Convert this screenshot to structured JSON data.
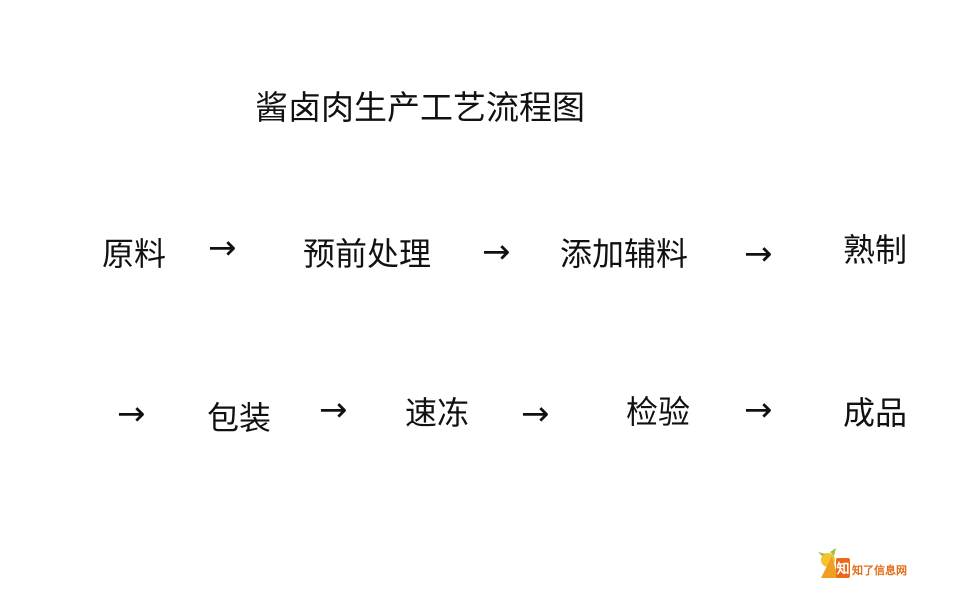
{
  "title": "酱卤肉生产工艺流程图",
  "arrow_symbol": "→",
  "row1": [
    "原料",
    "预前处理",
    "添加辅料",
    "熟制"
  ],
  "row2": [
    "包装",
    "速冻",
    "检验",
    "成品"
  ],
  "watermark": {
    "brand": "知了信息网",
    "logo_char": "知"
  }
}
